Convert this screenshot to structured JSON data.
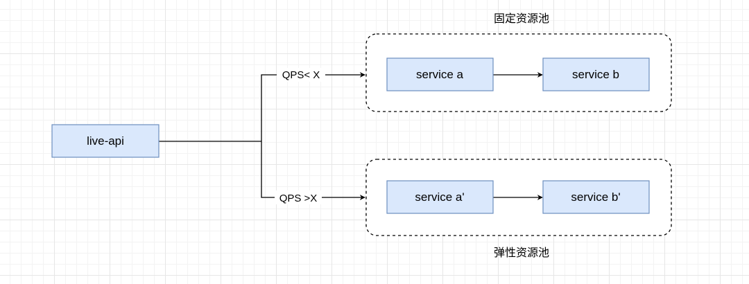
{
  "pools": {
    "fixed": {
      "title": "固定资源池"
    },
    "elastic": {
      "title": "弹性资源池"
    }
  },
  "nodes": {
    "live_api": {
      "label": "live-api"
    },
    "service_a": {
      "label": "service a"
    },
    "service_b": {
      "label": "service b"
    },
    "service_a_prime": {
      "label": "service a'"
    },
    "service_b_prime": {
      "label": "service b'"
    }
  },
  "edges": {
    "to_fixed": {
      "label": "QPS< X"
    },
    "to_elastic": {
      "label": "QPS >X"
    }
  },
  "colors": {
    "node_fill": "#dae8fc",
    "node_stroke": "#6c8ebf",
    "line": "#000000"
  }
}
